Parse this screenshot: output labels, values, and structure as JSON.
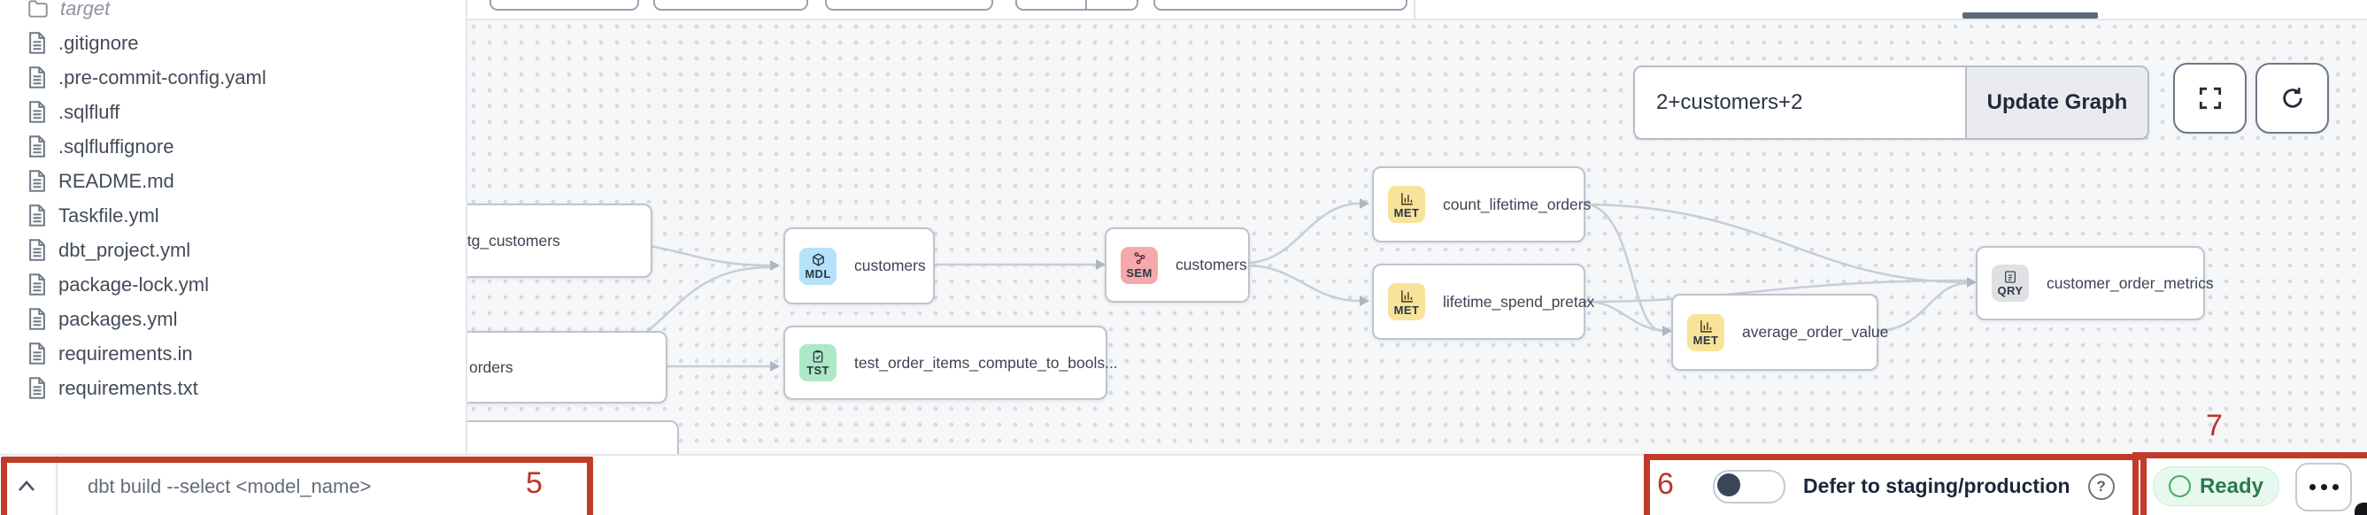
{
  "app": {
    "description": "dbt IDE lineage view with file explorer, DAG canvas, command bar and annotated controls"
  },
  "sidebar": {
    "files": [
      {
        "name": "target",
        "type": "folder"
      },
      {
        "name": ".gitignore",
        "type": "file"
      },
      {
        "name": ".pre-commit-config.yaml",
        "type": "file"
      },
      {
        "name": ".sqlfluff",
        "type": "file"
      },
      {
        "name": ".sqlfluffignore",
        "type": "file"
      },
      {
        "name": "README.md",
        "type": "file"
      },
      {
        "name": "Taskfile.yml",
        "type": "file"
      },
      {
        "name": "dbt_project.yml",
        "type": "file"
      },
      {
        "name": "package-lock.yml",
        "type": "file"
      },
      {
        "name": "packages.yml",
        "type": "file"
      },
      {
        "name": "requirements.in",
        "type": "file"
      },
      {
        "name": "requirements.txt",
        "type": "file"
      }
    ]
  },
  "lineage": {
    "selector": {
      "value": "2+customers+2",
      "update_button": "Update Graph"
    },
    "nodes": [
      {
        "label": "stg_customers",
        "badge": ""
      },
      {
        "label": "orders",
        "badge": ""
      },
      {
        "label": "customers",
        "badge": "MDL"
      },
      {
        "label": "test_order_items_compute_to_bools...",
        "badge": "TST"
      },
      {
        "label": "customers",
        "badge": "SEM"
      },
      {
        "label": "count_lifetime_orders",
        "badge": "MET"
      },
      {
        "label": "lifetime_spend_pretax",
        "badge": "MET"
      },
      {
        "label": "average_order_value",
        "badge": "MET"
      },
      {
        "label": "customer_order_metrics",
        "badge": "QRY"
      }
    ],
    "badge_colors": {
      "MDL": "#b5e2fa",
      "TST": "#abe9c5",
      "SEM": "#f5a9ad",
      "MET": "#f7e39a",
      "QRY": "#dfe0e3"
    }
  },
  "command_bar": {
    "placeholder": "dbt build --select <model_name>"
  },
  "status_bar": {
    "defer_label": "Defer to staging/production",
    "ready_label": "Ready",
    "toggle_state": "off"
  },
  "annotations": {
    "n5": "5",
    "n6": "6",
    "n7": "7",
    "color": "#c23a29"
  }
}
